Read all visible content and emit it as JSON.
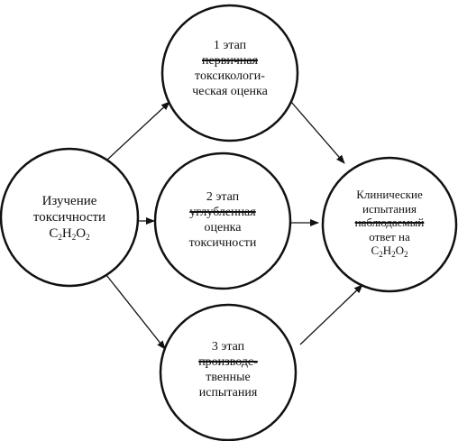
{
  "nodes": {
    "study": {
      "line1": "Изучение",
      "line2": "токсичности",
      "formula": {
        "c": "C",
        "c_n": "2",
        "h": "H",
        "h_n": "2",
        "o": "O",
        "o_n": "2"
      }
    },
    "stage1": {
      "line1": "1 этап",
      "line2": "первичная",
      "line3": "токсикологи-",
      "line4": "ческая оценка"
    },
    "stage2": {
      "line1": "2  этап",
      "line2": "углубленная",
      "line3": "оценка",
      "line4": "токсичности"
    },
    "stage3": {
      "line1": "3 этап",
      "line2": "производс-",
      "line3": "твенные",
      "line4": "испытания"
    },
    "clinical": {
      "line1": "Клинические",
      "line2": "испытания",
      "line3": "наблюдаемый",
      "line4": "ответ на",
      "formula": {
        "c": "C",
        "c_n": "2",
        "h": "H",
        "h_n": "2",
        "o": "O",
        "o_n": "2"
      }
    }
  }
}
